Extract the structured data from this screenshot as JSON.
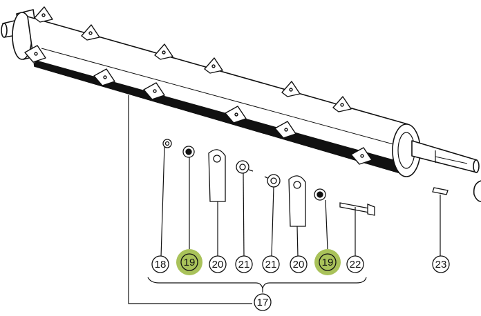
{
  "diagram": {
    "highlight_color": "#a9c25a",
    "line_color": "#111111",
    "callouts": [
      {
        "id": "c18a",
        "label": "18",
        "highlighted": false
      },
      {
        "id": "c19a",
        "label": "19",
        "highlighted": true
      },
      {
        "id": "c20a",
        "label": "20",
        "highlighted": false
      },
      {
        "id": "c21a",
        "label": "21",
        "highlighted": false
      },
      {
        "id": "c21b",
        "label": "21",
        "highlighted": false
      },
      {
        "id": "c20b",
        "label": "20",
        "highlighted": false
      },
      {
        "id": "c19b",
        "label": "19",
        "highlighted": true
      },
      {
        "id": "c22a",
        "label": "22",
        "highlighted": false
      },
      {
        "id": "c23a",
        "label": "23",
        "highlighted": false
      },
      {
        "id": "c17a",
        "label": "17",
        "highlighted": false
      }
    ]
  }
}
